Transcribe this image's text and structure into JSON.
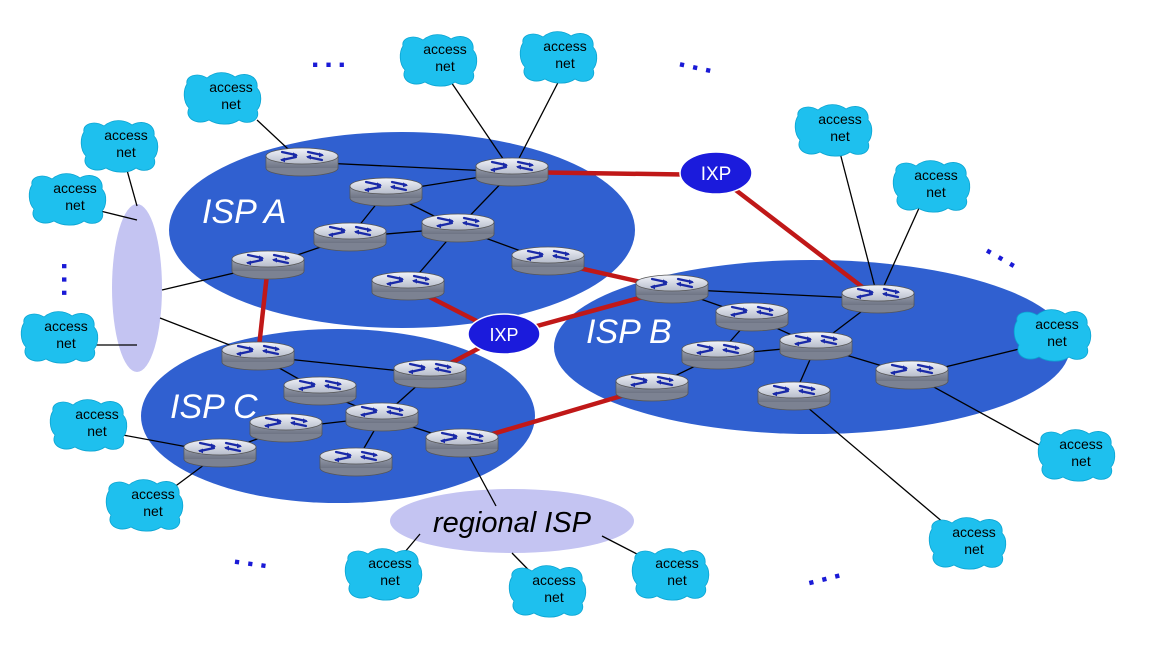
{
  "isps": [
    {
      "id": "isp-a",
      "label": "ISP A"
    },
    {
      "id": "isp-b",
      "label": "ISP B"
    },
    {
      "id": "isp-c",
      "label": "ISP C"
    }
  ],
  "ixps": [
    {
      "id": "ixp-top",
      "label": "IXP"
    },
    {
      "id": "ixp-center",
      "label": "IXP"
    }
  ],
  "regional_isp": {
    "label": "regional ISP"
  },
  "access_net": {
    "line1": "access",
    "line2": "net"
  },
  "ellipsis": "...",
  "colors": {
    "isp_fill": "#3060d0",
    "regional_fill": "#c4c4f2",
    "ixp_fill": "#1b1bdc",
    "access_fill": "#1ec0ee",
    "peering_link": "#c01818",
    "router_arrow": "#1a2aa8"
  },
  "icons": {
    "router": "router-icon",
    "access_network": "cloud-icon"
  }
}
